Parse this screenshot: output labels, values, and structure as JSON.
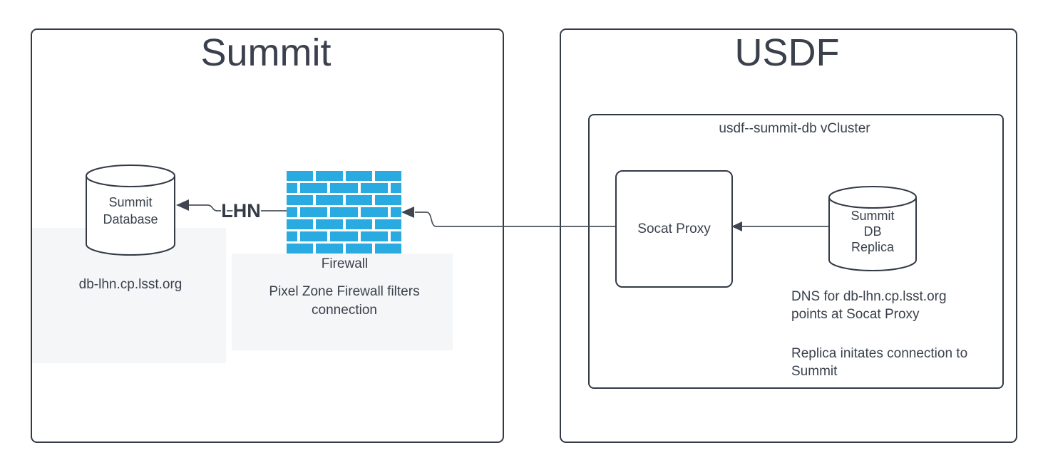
{
  "summit": {
    "title": "Summit",
    "database": {
      "line1": "Summit",
      "line2": "Database",
      "hostname": "db-lhn.cp.lsst.org"
    },
    "lhn_label": "LHN",
    "firewall": {
      "label": "Firewall",
      "caption_line1": "Pixel Zone Firewall filters",
      "caption_line2": "connection"
    }
  },
  "usdf": {
    "title": "USDF",
    "vcluster": {
      "label": "usdf--summit-db vCluster",
      "socat_label": "Socat Proxy",
      "replica": {
        "line1": "Summit",
        "line2": "DB",
        "line3": "Replica"
      },
      "note_dns_line1": "DNS for db-lhn.cp.lsst.org",
      "note_dns_line2": "points at Socat Proxy",
      "note_replica_line1": "Replica initates connection to",
      "note_replica_line2": "Summit"
    }
  },
  "colors": {
    "brick_blue": "#29abe2",
    "box_border": "#333a46",
    "text": "#3a414c",
    "connector": "#4c525c",
    "highlight_bg": "#f5f6f8"
  }
}
